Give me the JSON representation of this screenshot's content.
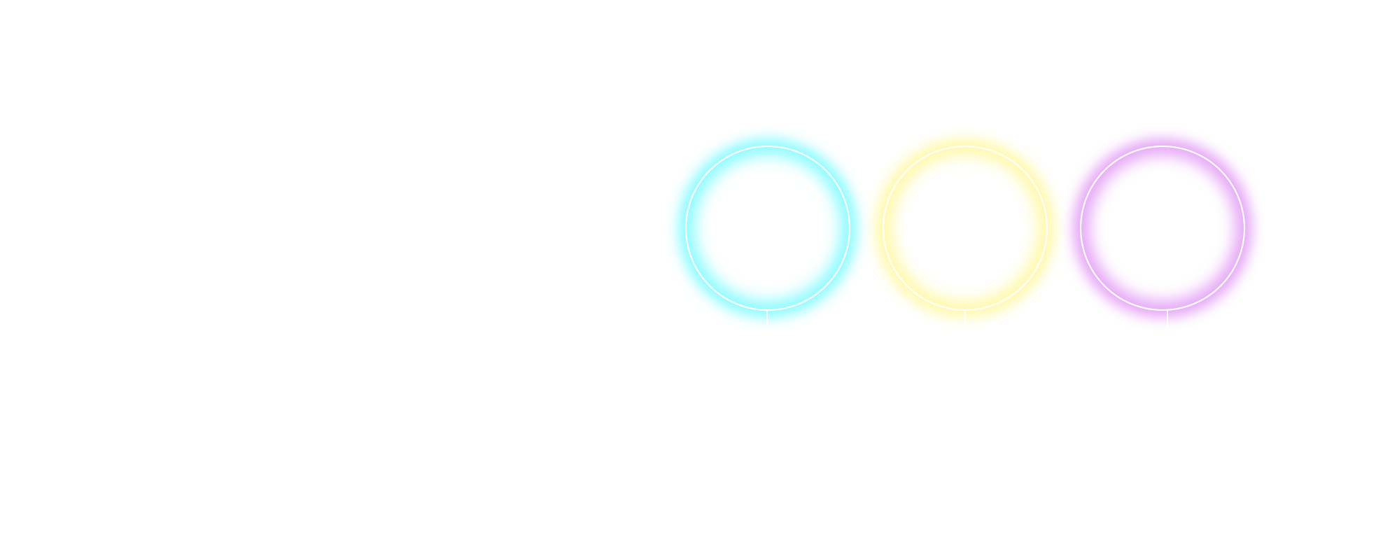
{
  "rings": [
    {
      "id": "cyan",
      "glow_color": "#78faff",
      "stroke_color": "#ffffff"
    },
    {
      "id": "yellow",
      "glow_color": "#fff896",
      "stroke_color": "#ffffff"
    },
    {
      "id": "purple",
      "glow_color": "#e296f5",
      "stroke_color": "#ffffff"
    }
  ],
  "background_color": "#ffffff"
}
